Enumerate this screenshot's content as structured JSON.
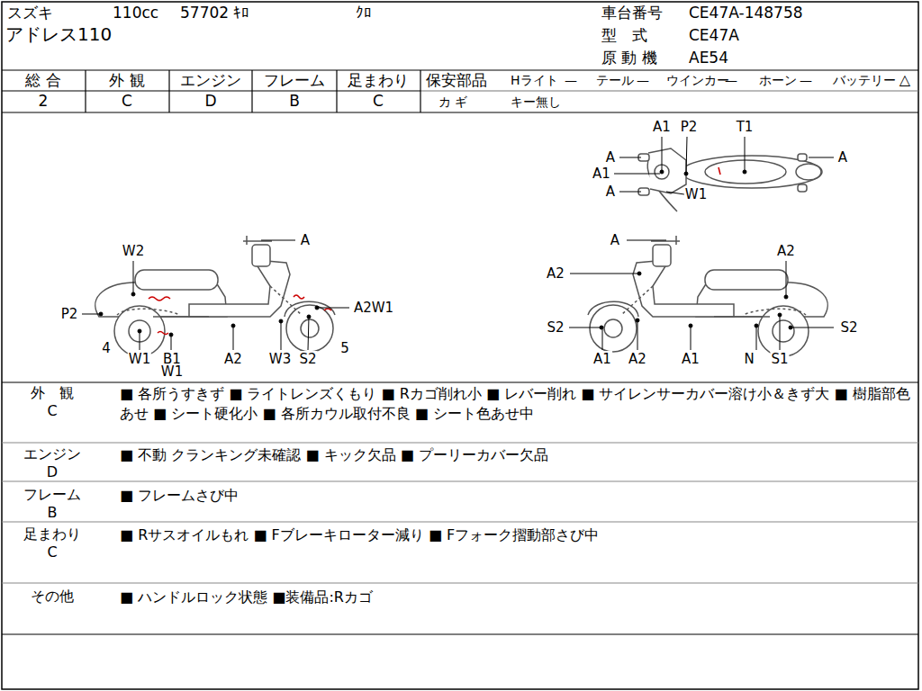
{
  "diagram": {
    "labels": [
      "スズキ",
      "110cc",
      "57702 ｷﾛ",
      "ｸﾛ",
      "アドレス110",
      "車台番号",
      "CE47A-148758",
      "型　式",
      "CE47A",
      "原 動 機",
      "AE54",
      "総 合",
      "2",
      "外 観",
      "C",
      "エンジン",
      "D",
      "フレーム",
      "B",
      "足まわり",
      "C",
      "保安部品",
      "Hライト",
      "—",
      "テール",
      "—",
      "ウインカー",
      "—",
      "ホーン",
      "—",
      "バッテリー",
      "△",
      "カ ギ",
      "キー無し",
      "A1",
      "P2",
      "T1",
      "A",
      "A1",
      "A",
      "W1",
      "A",
      "A",
      "W2",
      "P2",
      "A2W1",
      "4",
      "W1",
      "B1",
      "W1",
      "A2",
      "W3",
      "S2",
      "5",
      "A",
      "A2",
      "A2",
      "S2",
      "S2",
      "A1",
      "A2",
      "A1",
      "N",
      "S1",
      "外　観",
      "C",
      "■ 各所うすきず ■ ライトレンズくもり ■ Rカゴ削れ小 ■ レバー削れ ■ サイレンサーカバー溶け小＆きず大 ■ 樹脂部色あせ ■ シート硬化小 ■ 各所カウル取付不良 ■ シート色あせ中",
      "エンジン",
      "D",
      "■ 不動 クランキング未確認 ■ キック欠品 ■ プーリーカバー欠品",
      "フレーム",
      "B",
      "■ フレームさび中",
      "足まわり",
      "C",
      "■ Rサスオイルもれ ■ Fブレーキローター減り ■ Fフォーク摺動部さび中",
      "その他",
      "■ ハンドルロック状態 ■装備品:Rカゴ"
    ]
  }
}
